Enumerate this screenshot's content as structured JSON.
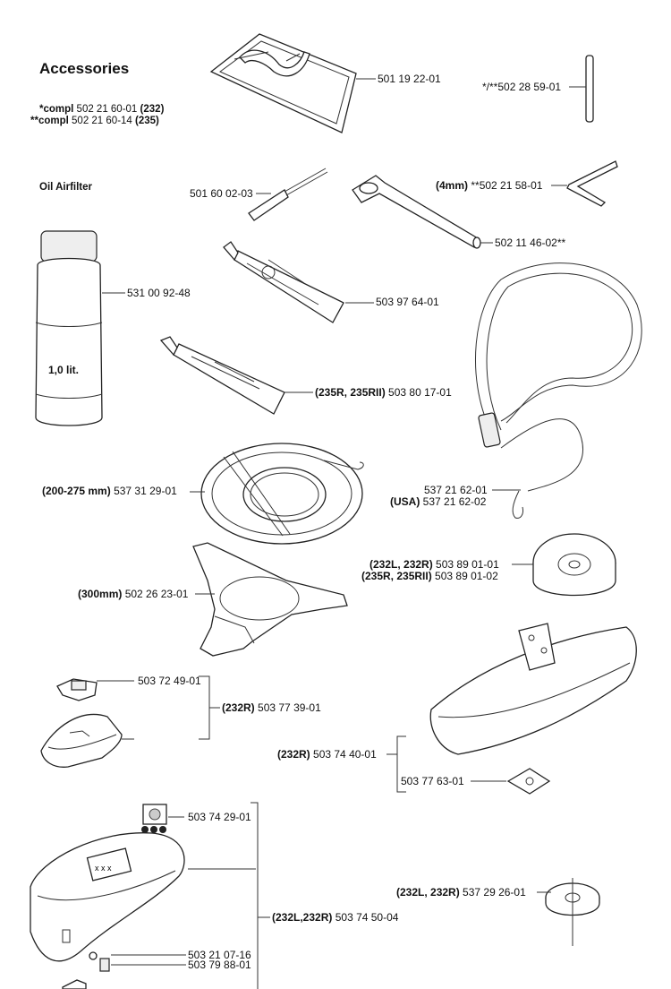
{
  "header": {
    "title": "Accessories"
  },
  "compl": [
    {
      "prefix": "*compl",
      "number": "502 21 60-01",
      "model": "(232)"
    },
    {
      "prefix": "**compl",
      "number": "502 21 60-14",
      "model": "(235)"
    }
  ],
  "section": {
    "oil_airfilter": "Oil Airfilter"
  },
  "bottle": {
    "volume": "1,0 lit."
  },
  "parts": [
    {
      "id": "p1",
      "model": "",
      "number": "501 19 22-01"
    },
    {
      "id": "p2",
      "model": "",
      "number": "*/**502 28 59-01"
    },
    {
      "id": "p3",
      "model": "",
      "number": "501 60 02-03"
    },
    {
      "id": "p4",
      "model": "(4mm)",
      "number": "**502 21 58-01"
    },
    {
      "id": "p5",
      "model": "",
      "number": "502 11 46-02**"
    },
    {
      "id": "p6",
      "model": "",
      "number": "531 00 92-48"
    },
    {
      "id": "p7",
      "model": "",
      "number": "503 97 64-01"
    },
    {
      "id": "p8",
      "model": "(235R, 235RII)",
      "number": "503 80 17-01"
    },
    {
      "id": "p9",
      "model": "(200-275 mm)",
      "number": "537 31 29-01"
    },
    {
      "id": "p10",
      "model": "",
      "number": "537 21 62-01"
    },
    {
      "id": "p11",
      "model": "(USA)",
      "number": "537 21 62-02"
    },
    {
      "id": "p12",
      "model": "(232L, 232R)",
      "number": "503 89 01-01"
    },
    {
      "id": "p13",
      "model": "(235R, 235RII)",
      "number": "503 89 01-02"
    },
    {
      "id": "p14",
      "model": "(300mm)",
      "number": "502 26 23-01"
    },
    {
      "id": "p15",
      "model": "",
      "number": "503 72 49-01"
    },
    {
      "id": "p16",
      "model": "(232R)",
      "number": "503 77 39-01"
    },
    {
      "id": "p17",
      "model": "(232R)",
      "number": "503 74 40-01"
    },
    {
      "id": "p18",
      "model": "",
      "number": "503 77 63-01"
    },
    {
      "id": "p19",
      "model": "",
      "number": "503 74 29-01"
    },
    {
      "id": "p20",
      "model": "(232L, 232R)",
      "number": "537 29 26-01"
    },
    {
      "id": "p21",
      "model": "(232L,232R)",
      "number": "503 74 50-04"
    },
    {
      "id": "p22",
      "model": "",
      "number": "503 21 07-16"
    },
    {
      "id": "p23",
      "model": "",
      "number": "503 79 88-01"
    }
  ]
}
